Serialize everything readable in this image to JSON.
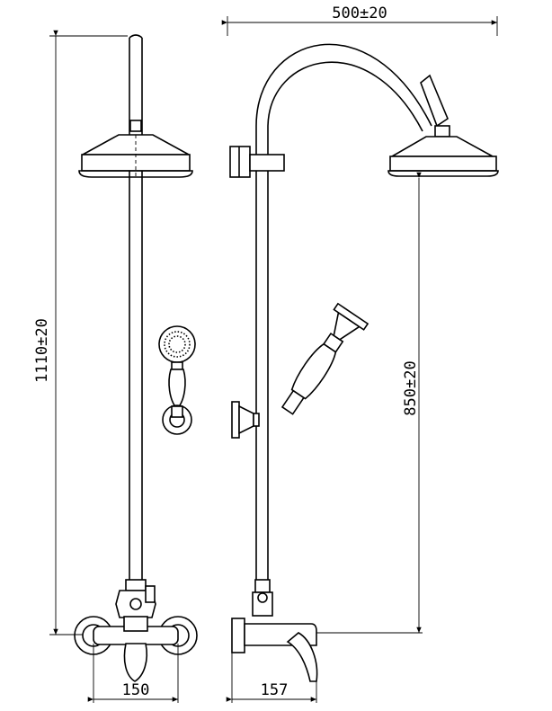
{
  "dimensions": {
    "width_top": "500±20",
    "height_total": "1110±20",
    "height_head": "850±20",
    "width_front_mixer": "150",
    "depth_side_mixer": "157"
  }
}
